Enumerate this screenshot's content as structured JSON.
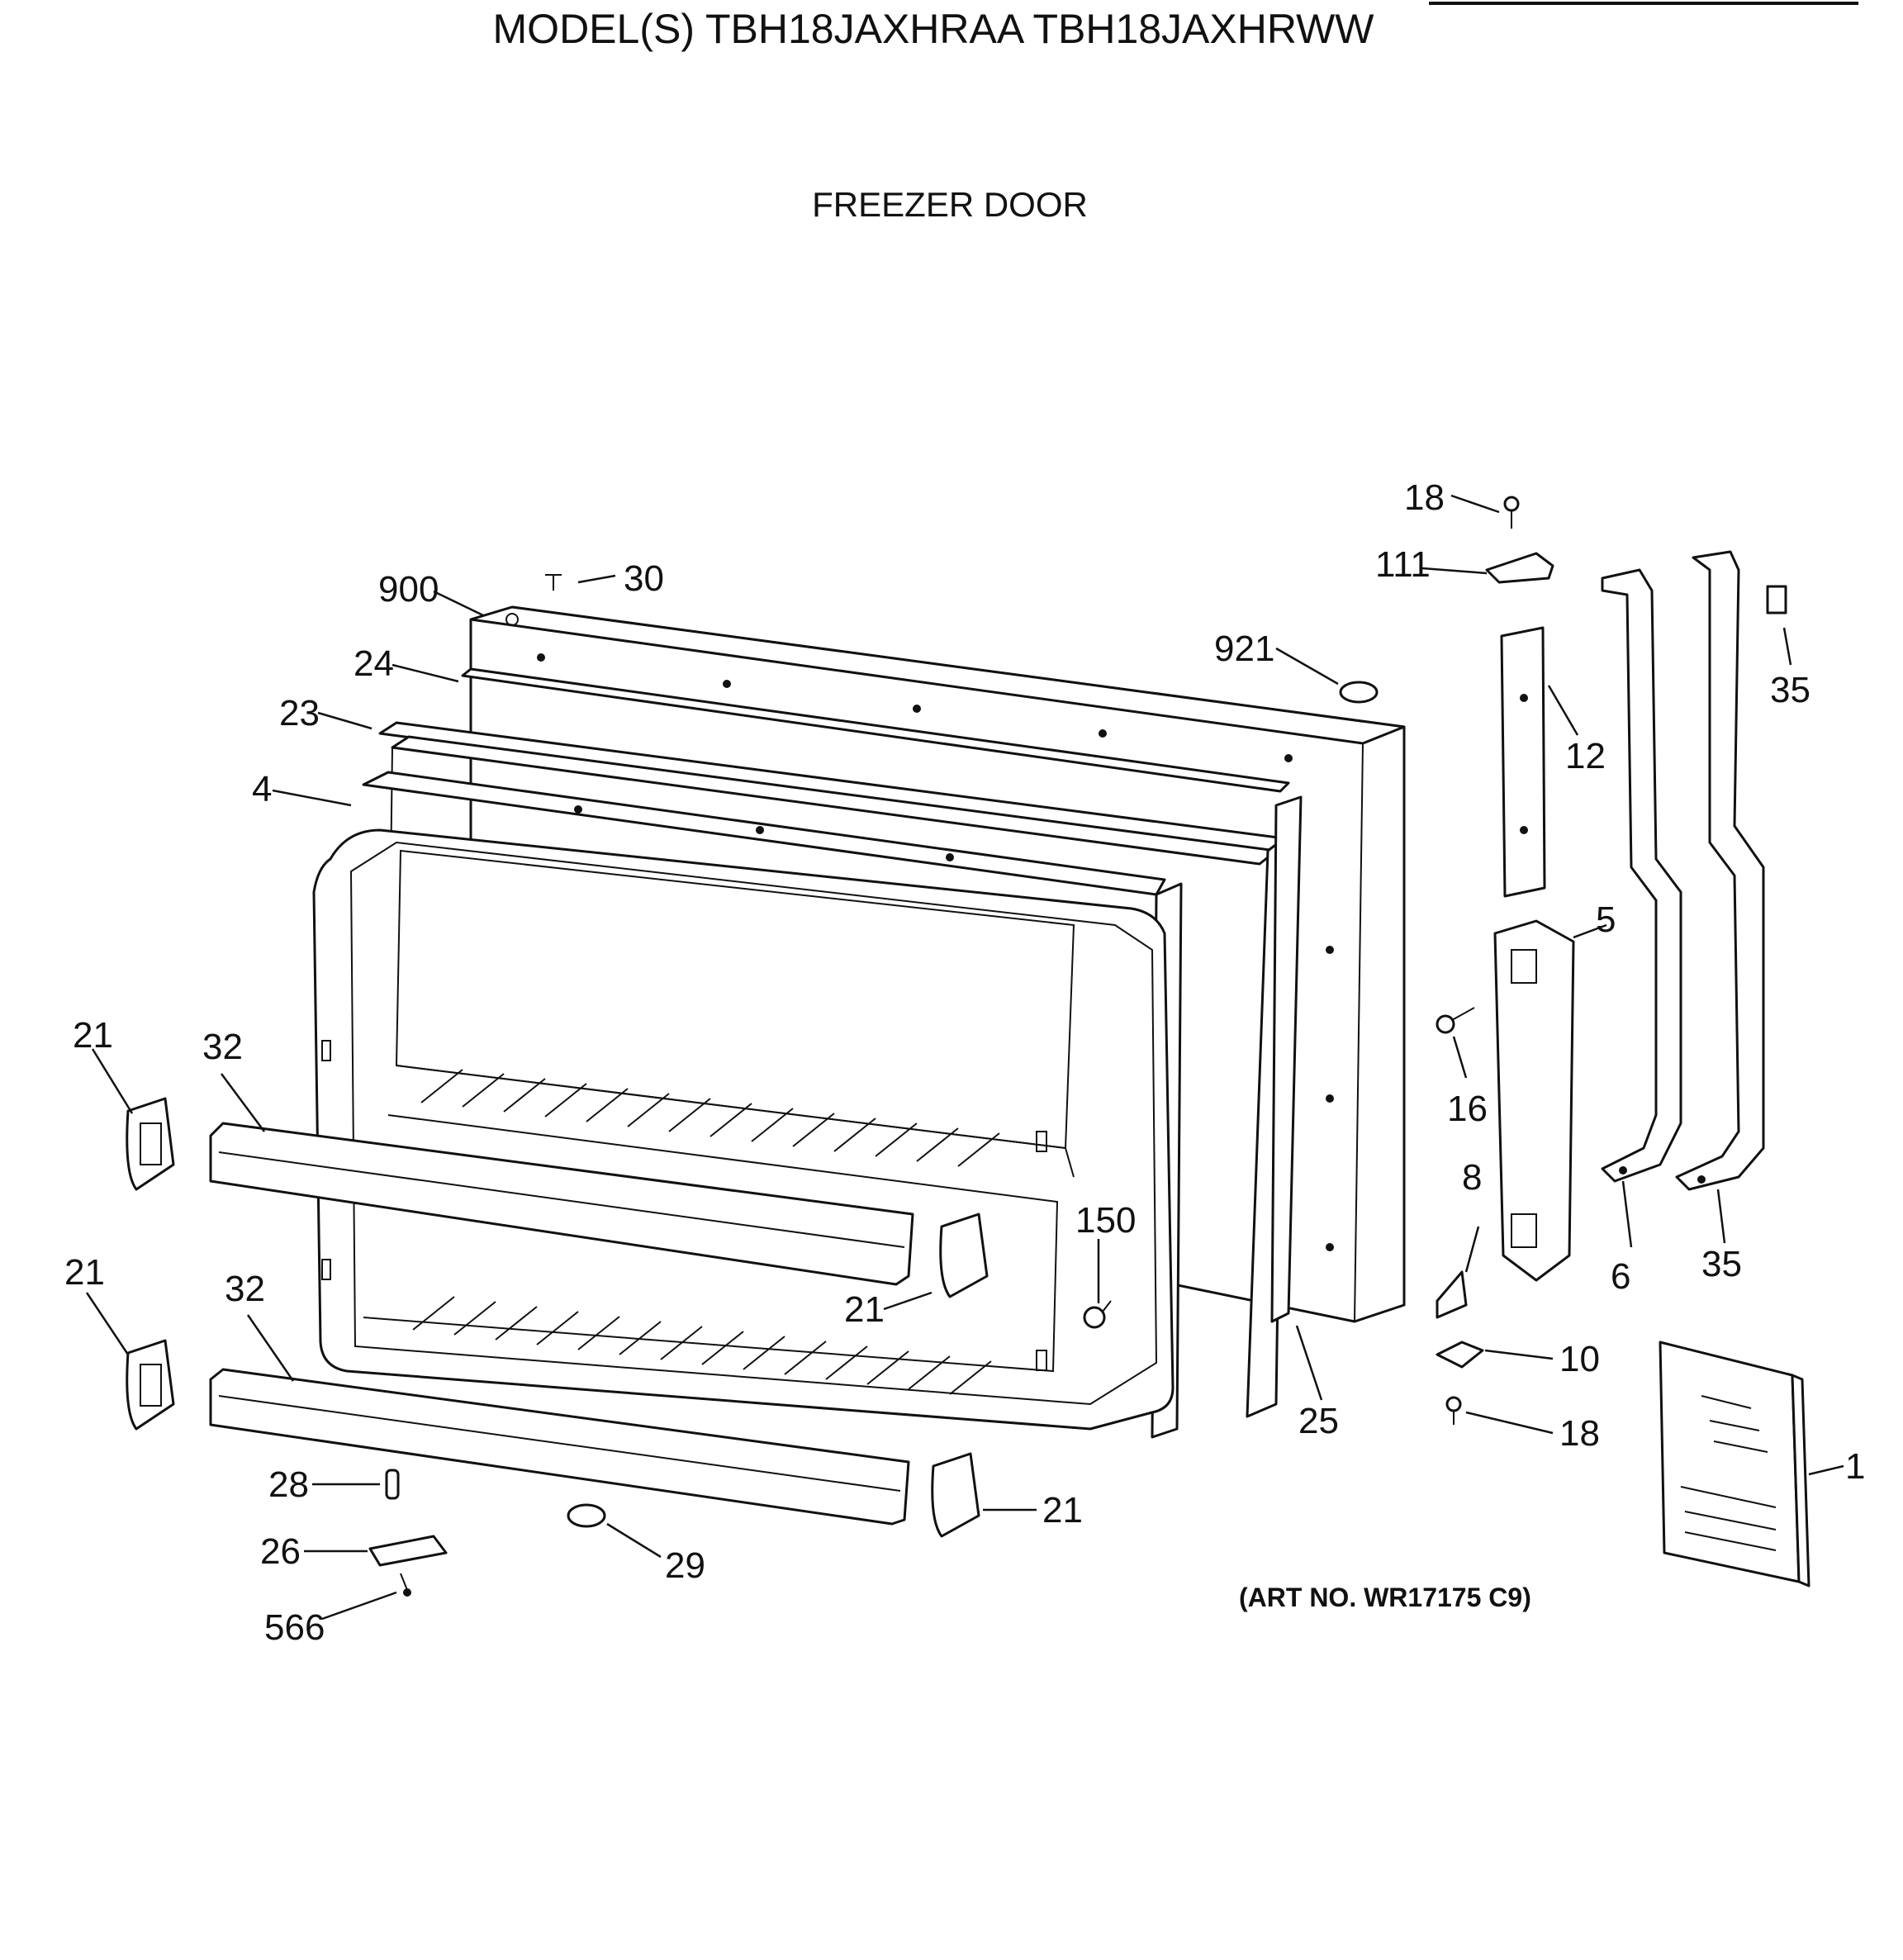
{
  "header": {
    "title": "MODEL(S) TBH18JAXHRAA  TBH18JAXHRWW",
    "subtitle": "FREEZER DOOR"
  },
  "footer": {
    "art_number": "(ART NO. WR17175 C9)"
  },
  "callouts": {
    "c18_top": "18",
    "c111": "111",
    "c30": "30",
    "c900": "900",
    "c921": "921",
    "c24": "24",
    "c23": "23",
    "c4": "4",
    "c12": "12",
    "c35_top": "35",
    "c5": "5",
    "c16": "16",
    "c21_a": "21",
    "c32_a": "32",
    "c150": "150",
    "c8": "8",
    "c6": "6",
    "c35_bottom": "35",
    "c21_b": "21",
    "c32_b": "32",
    "c21_c": "21",
    "c10": "10",
    "c25": "25",
    "c18_bottom": "18",
    "c1": "1",
    "c28": "28",
    "c21_d": "21",
    "c26": "26",
    "c29": "29",
    "c566": "566"
  }
}
